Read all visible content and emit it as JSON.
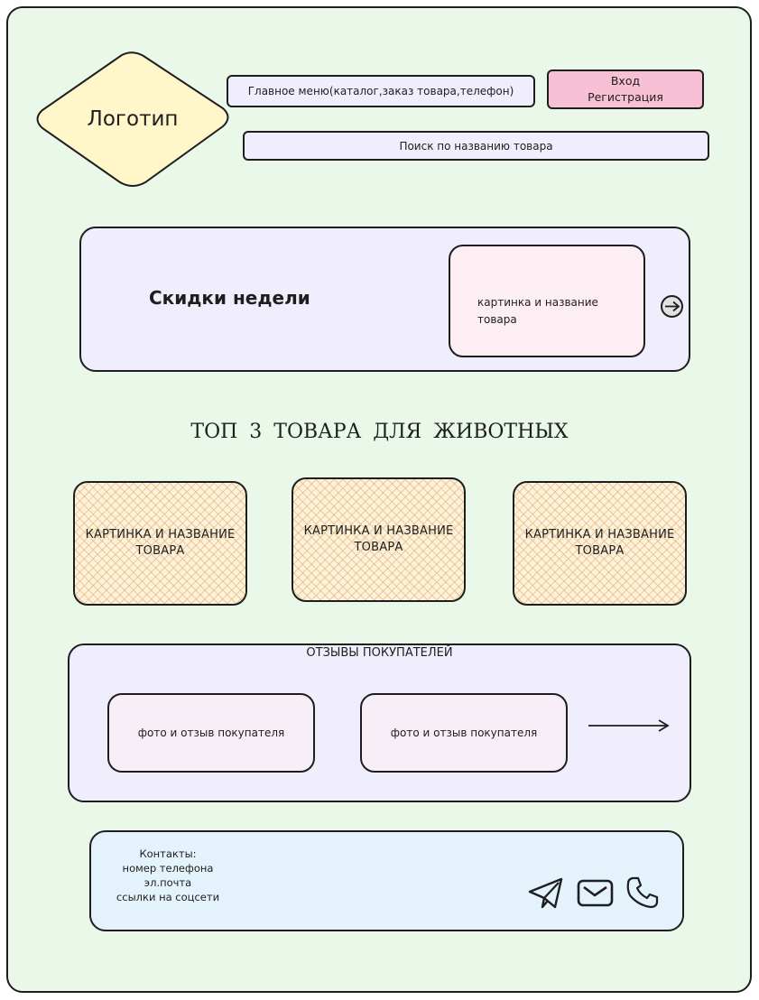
{
  "header": {
    "logo": "Логотип",
    "main_menu": "Главное меню(каталог,заказ товара,телефон)",
    "login": "Вход",
    "register": "Регистрация",
    "search": "Поиск по названию товара"
  },
  "discounts": {
    "title": "Скидки недели",
    "card_label": "картинка и название товара"
  },
  "top_products": {
    "title": "ТОП 3 ТОВАРА ДЛЯ ЖИВОТНЫХ",
    "cards": [
      {
        "line1": "КАРТИНКА И НАЗВАНИЕ",
        "line2": "ТОВАРА"
      },
      {
        "line1": "КАРТИНКА И НАЗВАНИЕ",
        "line2": "ТОВАРА"
      },
      {
        "line1": "КАРТИНКА И НАЗВАНИЕ",
        "line2": "ТОВАРА"
      }
    ]
  },
  "reviews": {
    "title": "ОТЗЫВЫ ПОКУПАТЕЛЕЙ",
    "cards": [
      "фото и отзыв покупателя",
      "фото и отзыв покупателя"
    ]
  },
  "footer": {
    "contacts_title": "Контакты:",
    "phone": "номер телефона",
    "email": "эл.почта",
    "social": "ссылки на соцсети",
    "icons": [
      "telegram-icon",
      "mail-icon",
      "phone-icon"
    ]
  },
  "colors": {
    "page_bg": "#eaf8ea",
    "logo_fill": "#fff6c9",
    "login_fill": "#f8c0d4",
    "panel_fill": "#f0eefc",
    "card_hatch": "#e6aa5a",
    "footer_fill": "#e4f2fc"
  }
}
